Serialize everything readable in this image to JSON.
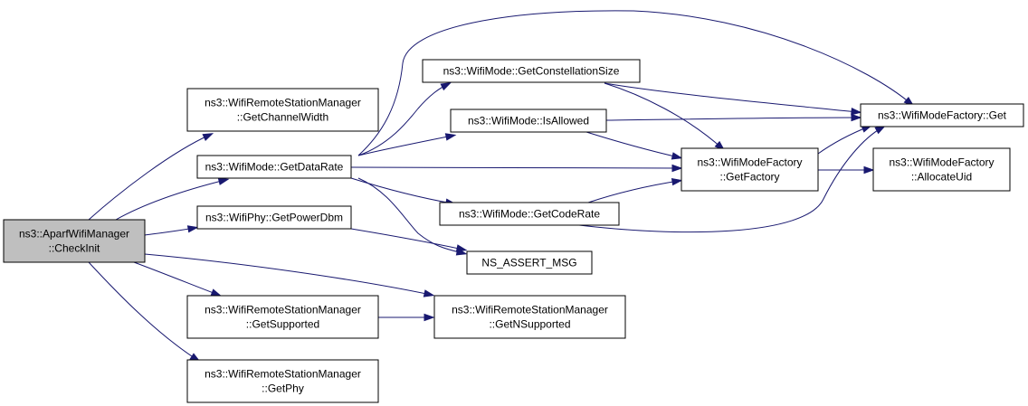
{
  "colors": {
    "edge": "#191970",
    "node_fill": "#ffffff",
    "root_fill": "#bfbfbf",
    "node_border": "#000000"
  },
  "nodes": {
    "checkinit": {
      "lines": [
        "ns3::AparfWifiManager",
        "::CheckInit"
      ],
      "root": true
    },
    "getchannelwidth": {
      "lines": [
        "ns3::WifiRemoteStationManager",
        "::GetChannelWidth"
      ]
    },
    "getdatarate": {
      "lines": [
        "ns3::WifiMode::GetDataRate"
      ]
    },
    "getpowerdbm": {
      "lines": [
        "ns3::WifiPhy::GetPowerDbm"
      ]
    },
    "getsupported": {
      "lines": [
        "ns3::WifiRemoteStationManager",
        "::GetSupported"
      ]
    },
    "getphy": {
      "lines": [
        "ns3::WifiRemoteStationManager",
        "::GetPhy"
      ]
    },
    "getconstellationsize": {
      "lines": [
        "ns3::WifiMode::GetConstellationSize"
      ]
    },
    "isallowed": {
      "lines": [
        "ns3::WifiMode::IsAllowed"
      ]
    },
    "getcoderate": {
      "lines": [
        "ns3::WifiMode::GetCodeRate"
      ]
    },
    "nsassertmsg": {
      "lines": [
        "NS_ASSERT_MSG"
      ]
    },
    "getnsupported": {
      "lines": [
        "ns3::WifiRemoteStationManager",
        "::GetNSupported"
      ]
    },
    "getfactory": {
      "lines": [
        "ns3::WifiModeFactory",
        "::GetFactory"
      ]
    },
    "factoryget": {
      "lines": [
        "ns3::WifiModeFactory::Get"
      ]
    },
    "allocateuid": {
      "lines": [
        "ns3::WifiModeFactory",
        "::AllocateUid"
      ]
    }
  },
  "edges": [
    [
      "checkinit",
      "getchannelwidth"
    ],
    [
      "checkinit",
      "getdatarate"
    ],
    [
      "checkinit",
      "getpowerdbm"
    ],
    [
      "checkinit",
      "getsupported"
    ],
    [
      "checkinit",
      "getnsupported"
    ],
    [
      "checkinit",
      "getphy"
    ],
    [
      "getdatarate",
      "factoryget"
    ],
    [
      "getdatarate",
      "getconstellationsize"
    ],
    [
      "getdatarate",
      "isallowed"
    ],
    [
      "getdatarate",
      "getfactory"
    ],
    [
      "getdatarate",
      "getcoderate"
    ],
    [
      "getdatarate",
      "nsassertmsg"
    ],
    [
      "getpowerdbm",
      "nsassertmsg"
    ],
    [
      "getsupported",
      "getnsupported"
    ],
    [
      "getconstellationsize",
      "factoryget"
    ],
    [
      "getconstellationsize",
      "getfactory"
    ],
    [
      "isallowed",
      "factoryget"
    ],
    [
      "isallowed",
      "getfactory"
    ],
    [
      "getcoderate",
      "getfactory"
    ],
    [
      "getcoderate",
      "factoryget"
    ],
    [
      "getfactory",
      "factoryget"
    ],
    [
      "getfactory",
      "allocateuid"
    ]
  ]
}
